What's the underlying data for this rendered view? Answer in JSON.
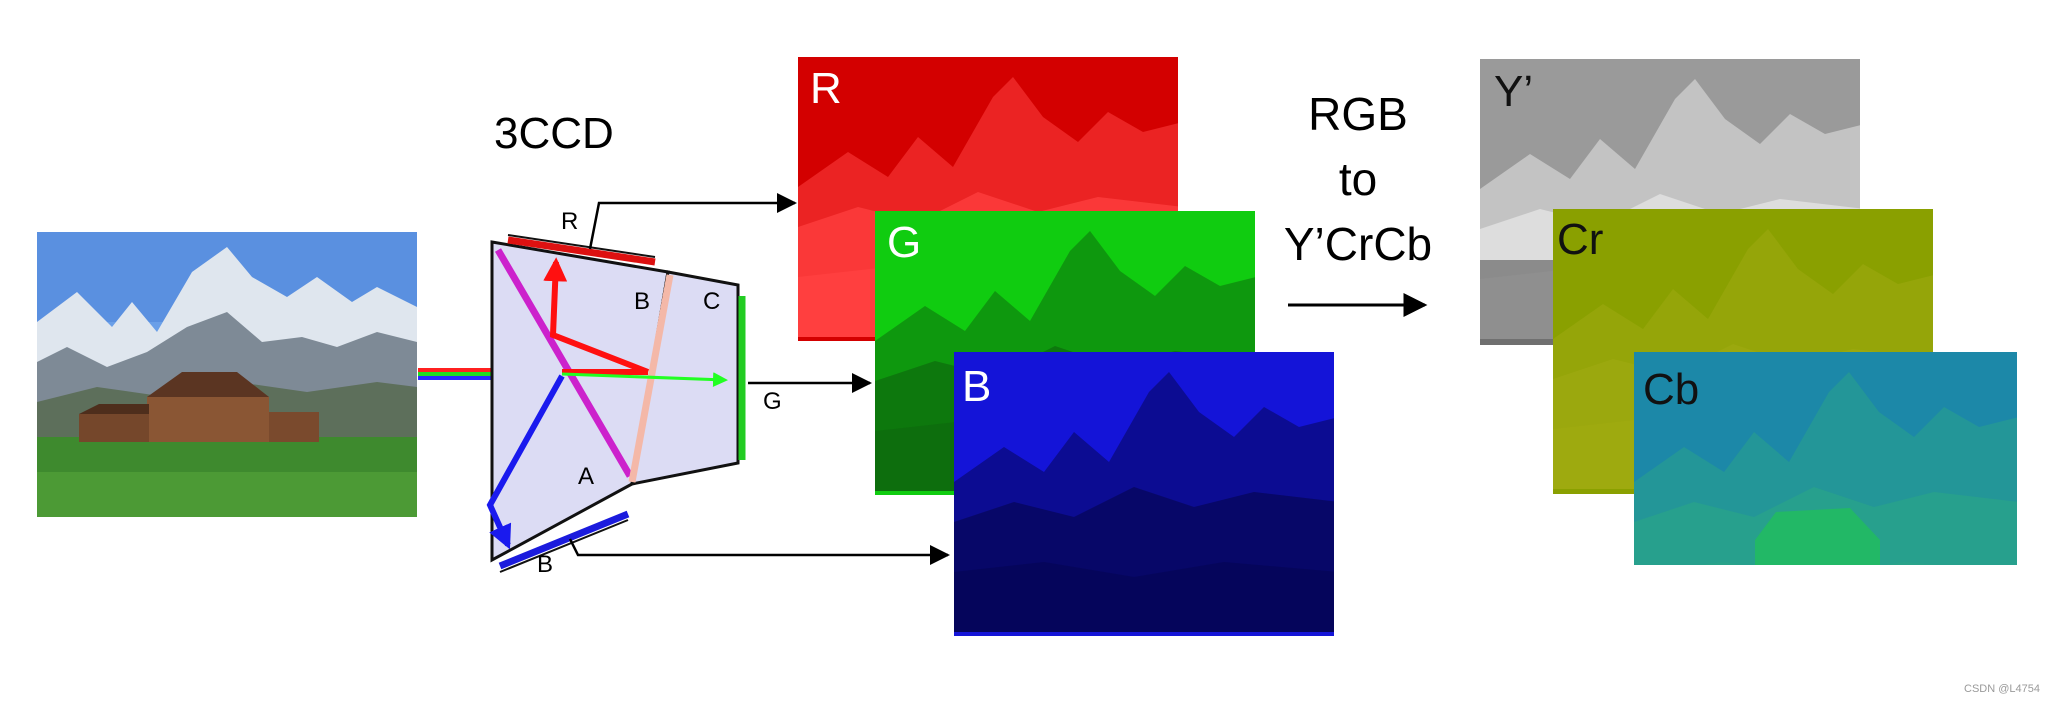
{
  "labels": {
    "prism_title": "3CCD",
    "sensor_r": "R",
    "sensor_g": "G",
    "sensor_b": "B",
    "prism_a": "A",
    "prism_b": "B",
    "prism_c": "C",
    "conversion_line1": "RGB",
    "conversion_line2": "to",
    "conversion_line3": "Y’CrCb"
  },
  "channels": {
    "r": {
      "label": "R",
      "color": "#d30000"
    },
    "g": {
      "label": "G",
      "color": "#10cc10"
    },
    "b": {
      "label": "B",
      "color": "#1414d8"
    },
    "y": {
      "label": "Y’",
      "color": "#9a9a9a"
    },
    "cr": {
      "label": "Cr",
      "color": "#8aa000"
    },
    "cb": {
      "label": "Cb",
      "color": "#1c88a8"
    }
  },
  "watermark": "CSDN @L4754"
}
